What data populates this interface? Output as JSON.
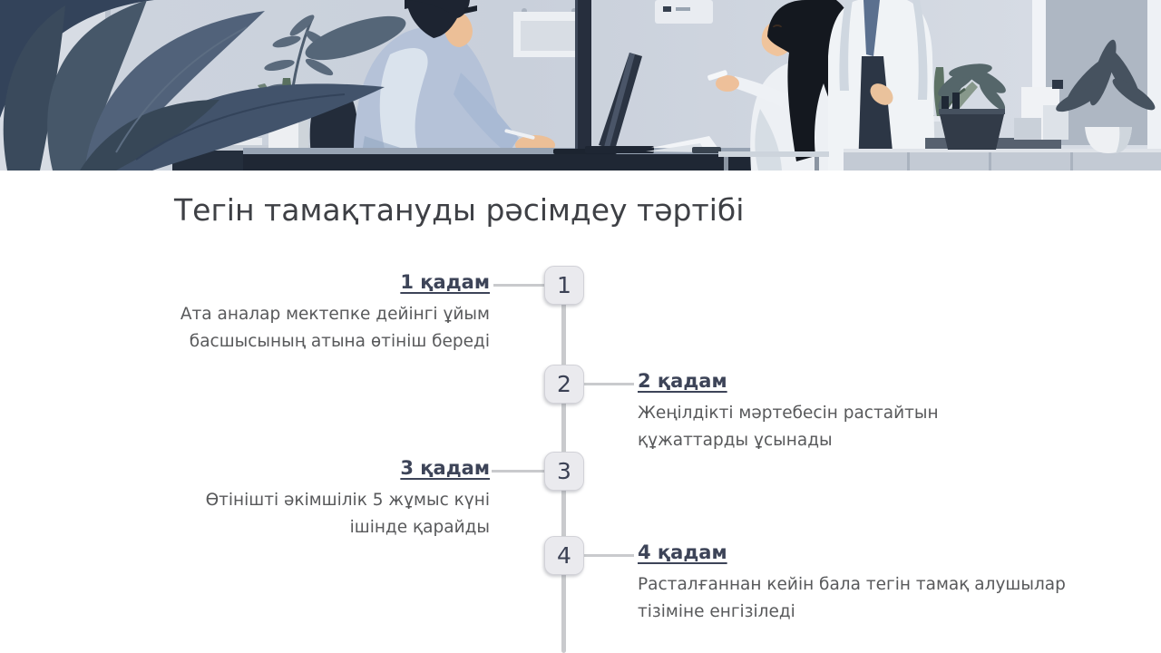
{
  "slide": {
    "title": "Тегін тамақтануды рәсімдеу тәртібі"
  },
  "banner": {
    "illustration": "office-scene-illustration"
  },
  "timeline": {
    "steps": [
      {
        "number": "1",
        "label": "1 қадам",
        "description": "Ата аналар мектепке дейінгі ұйым басшысының атына өтініш береді",
        "side": "left"
      },
      {
        "number": "2",
        "label": "2 қадам",
        "description": "Жеңілдікті мәртебесін растайтын құжаттарды ұсынады",
        "side": "right"
      },
      {
        "number": "3",
        "label": "3 қадам",
        "description": "Өтінішті әкімшілік 5 жұмыс күні ішінде қарайды",
        "side": "left"
      },
      {
        "number": "4",
        "label": "4 қадам",
        "description": "Расталғаннан кейін бала тегін тамақ алушылар тізіміне енгізіледі",
        "side": "right"
      }
    ]
  },
  "colors": {
    "title_text": "#3e4045",
    "step_label_text": "#3d4458",
    "body_text": "#58595b",
    "badge_background": "#eaeaee",
    "badge_border": "#d2d2d8",
    "connector_line": "#c9cacd",
    "desk_dark": "#1f2734",
    "banner_wall": "#ccd3dd"
  }
}
